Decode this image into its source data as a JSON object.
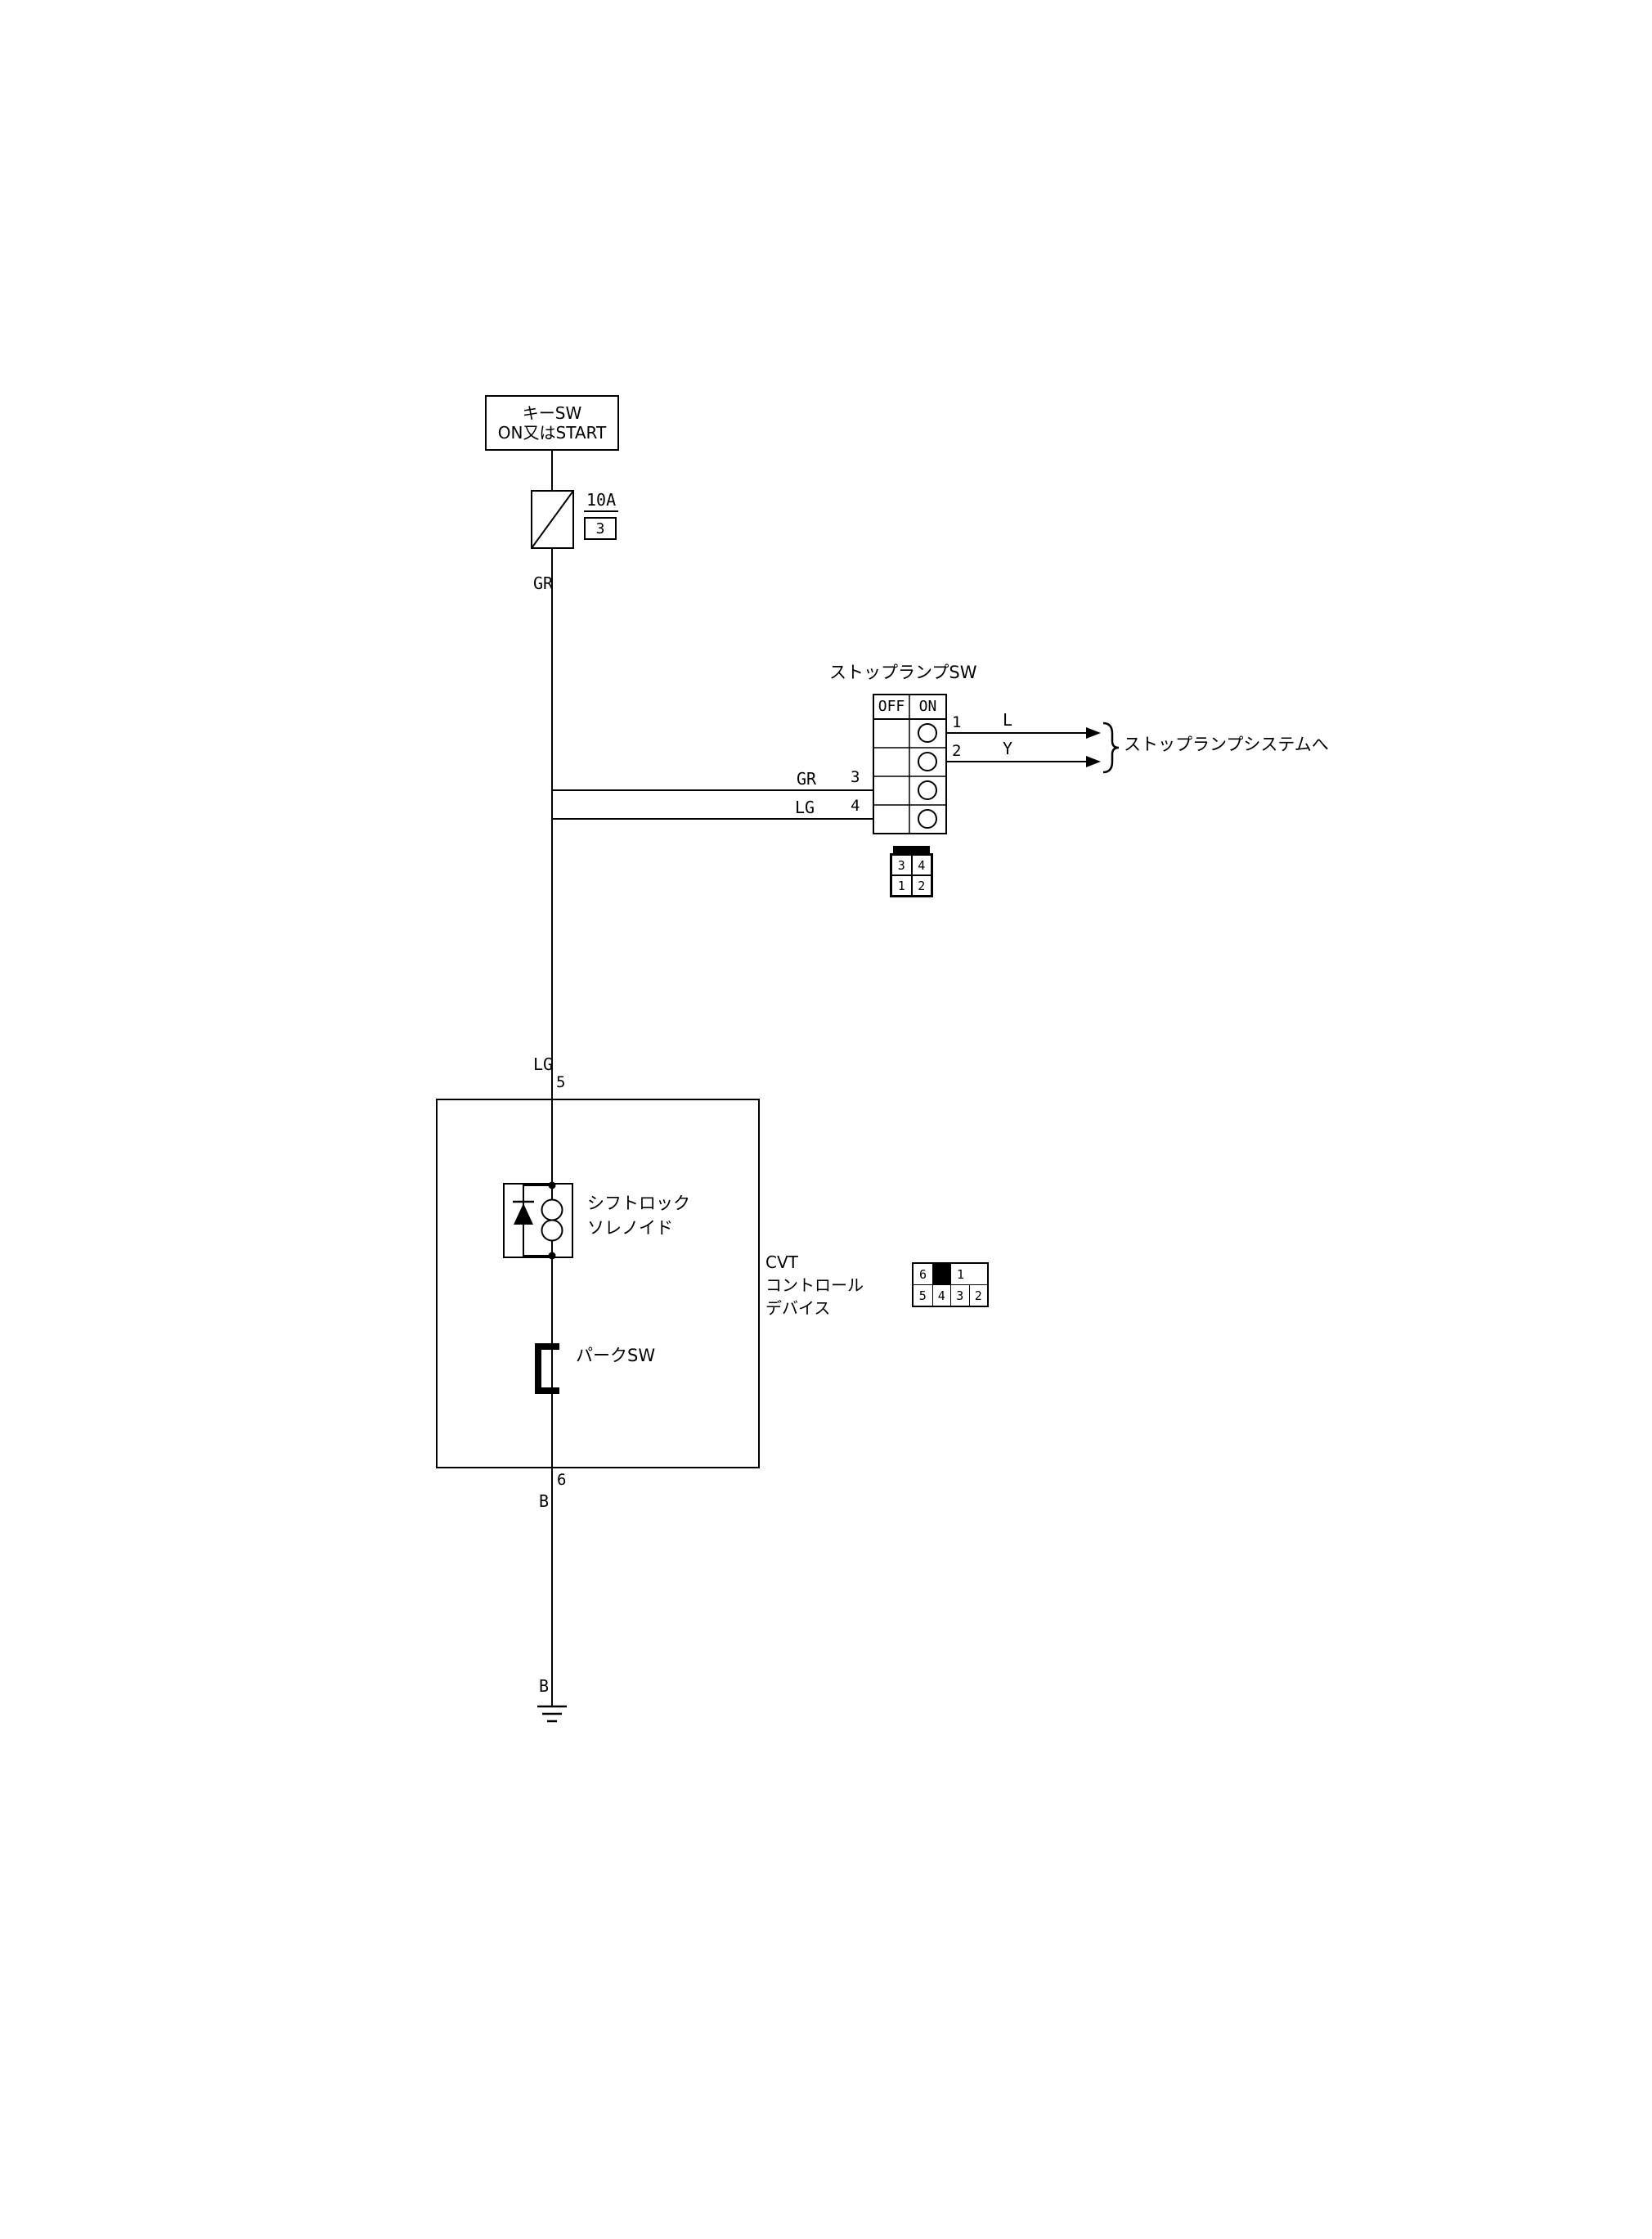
{
  "key_switch": {
    "line1": "キーSW",
    "line2": "ON又はSTART"
  },
  "fuse": {
    "rating": "10A",
    "number": "3"
  },
  "wires": {
    "gr_vertical": "GR",
    "gr_branch": "GR",
    "lg_branch": "LG",
    "lg_vertical": "LG",
    "b_upper": "B",
    "b_lower": "B",
    "l": "L",
    "y": "Y"
  },
  "stop_lamp_sw": {
    "title": "ストップランプSW",
    "col_off": "OFF",
    "col_on": "ON",
    "terminal1": "1",
    "terminal2": "2",
    "terminal3": "3",
    "terminal4": "4",
    "destination": "ストップランプシステムへ",
    "connector": {
      "top": [
        "3",
        "4"
      ],
      "bottom": [
        "1",
        "2"
      ]
    }
  },
  "cvt_device": {
    "terminal5": "5",
    "terminal6": "6",
    "solenoid_line1": "シフトロック",
    "solenoid_line2": "ソレノイド",
    "park_sw": "パークSW",
    "name_line1": "CVT",
    "name_line2": "コントロール",
    "name_line3": "デバイス",
    "connector": {
      "top_left": "6",
      "top_right": "1",
      "bottom": [
        "5",
        "4",
        "3",
        "2"
      ]
    }
  }
}
